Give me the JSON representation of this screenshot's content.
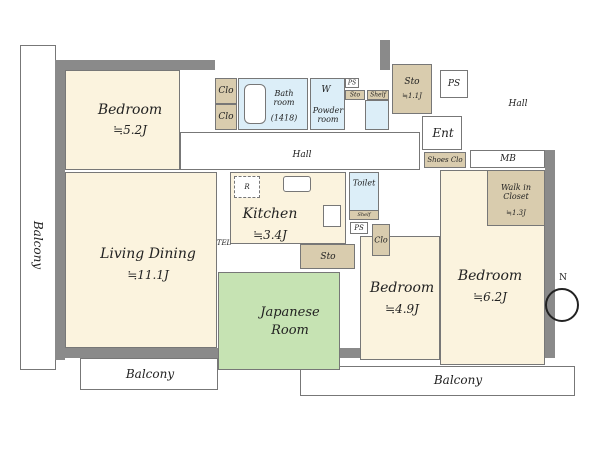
{
  "rooms": {
    "bedroom1": {
      "name": "Bedroom",
      "size": "≒5.2J"
    },
    "clo1": "Clo",
    "clo2": "Clo",
    "bath": {
      "name": "Bath room",
      "code": "(1418)"
    },
    "washer": "W",
    "ps1": "PS",
    "sto_small": "Sto",
    "shelf1": "Shelf",
    "powder": {
      "name": "Powder room"
    },
    "sto2": {
      "name": "Sto",
      "size": "≒1.1J"
    },
    "ps2": "PS",
    "hall_right": "Hall",
    "ent": "Ent",
    "shoes_clo": "Shoes Clo",
    "mb": "MB",
    "hall": "Hall",
    "living": {
      "name": "Living Dining",
      "size": "≒11.1J"
    },
    "kitchen": {
      "name": "Kitchen",
      "size": "≒3.4J",
      "fridge": "R"
    },
    "tel": "TEL",
    "toilet": "Toilet",
    "shelf2": "Shelf",
    "ps3": "PS",
    "clo3": "Clo",
    "sto3": "Sto",
    "wic": {
      "name": "Walk in Closet",
      "size": "≒1.3J"
    },
    "japanese": {
      "name": "Japanese Room"
    },
    "bedroom2": {
      "name": "Bedroom",
      "size": "≒4.9J"
    },
    "bedroom3": {
      "name": "Bedroom",
      "size": "≒6.2J"
    },
    "balcony_left": "Balcony",
    "balcony_bottom": "Balcony",
    "balcony_right": "Balcony"
  },
  "compass": "N"
}
